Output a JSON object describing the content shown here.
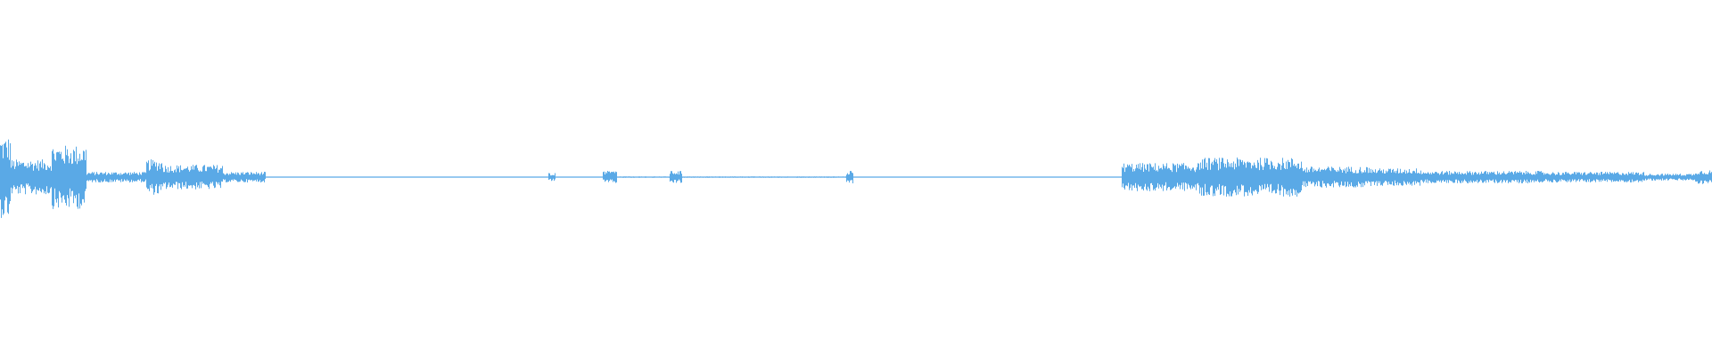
{
  "waveform": {
    "color": "#5aa9e6",
    "background": "#ffffff",
    "amplitude_scale": 1.0,
    "duration_fraction_visible": 1.0,
    "segments": [
      {
        "from": 0.0,
        "to": 0.006,
        "level": 0.46
      },
      {
        "from": 0.006,
        "to": 0.03,
        "level": 0.2
      },
      {
        "from": 0.03,
        "to": 0.05,
        "level": 0.36
      },
      {
        "from": 0.05,
        "to": 0.085,
        "level": 0.06
      },
      {
        "from": 0.085,
        "to": 0.095,
        "level": 0.2
      },
      {
        "from": 0.095,
        "to": 0.13,
        "level": 0.14
      },
      {
        "from": 0.13,
        "to": 0.155,
        "level": 0.06
      },
      {
        "from": 0.155,
        "to": 0.32,
        "level": 0.006
      },
      {
        "from": 0.32,
        "to": 0.324,
        "level": 0.05
      },
      {
        "from": 0.324,
        "to": 0.352,
        "level": 0.006
      },
      {
        "from": 0.352,
        "to": 0.36,
        "level": 0.07
      },
      {
        "from": 0.36,
        "to": 0.391,
        "level": 0.008
      },
      {
        "from": 0.391,
        "to": 0.398,
        "level": 0.07
      },
      {
        "from": 0.398,
        "to": 0.494,
        "level": 0.008
      },
      {
        "from": 0.494,
        "to": 0.498,
        "level": 0.07
      },
      {
        "from": 0.498,
        "to": 0.655,
        "level": 0.006
      },
      {
        "from": 0.655,
        "to": 0.7,
        "level": 0.16
      },
      {
        "from": 0.7,
        "to": 0.76,
        "level": 0.22
      },
      {
        "from": 0.76,
        "to": 0.8,
        "level": 0.12
      },
      {
        "from": 0.8,
        "to": 0.83,
        "level": 0.1
      },
      {
        "from": 0.83,
        "to": 0.9,
        "level": 0.07
      },
      {
        "from": 0.9,
        "to": 0.96,
        "level": 0.06
      },
      {
        "from": 0.96,
        "to": 0.99,
        "level": 0.04
      },
      {
        "from": 0.99,
        "to": 1.0,
        "level": 0.08
      }
    ]
  }
}
